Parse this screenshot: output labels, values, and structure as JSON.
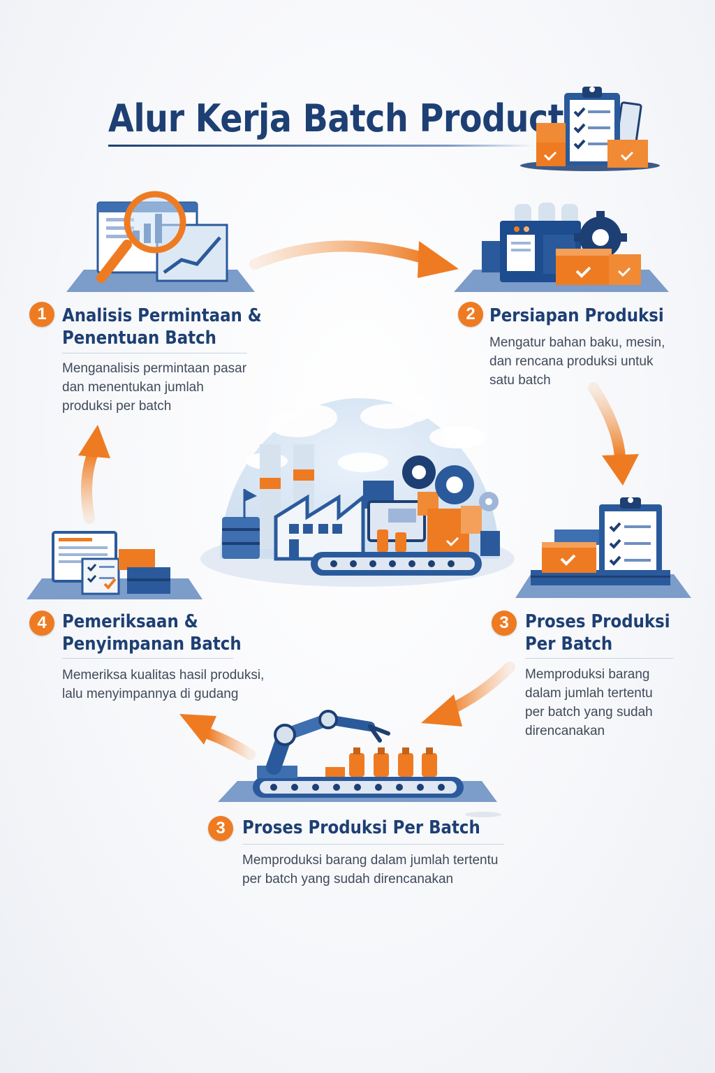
{
  "title": "Alur Kerja Batch Production",
  "steps": [
    {
      "number": "1",
      "title_line1": "Analisis Permintaan &",
      "title_line2": "Penentuan Batch",
      "desc_line1": "Menganalisis permintaan pasar",
      "desc_line2": "dan menentukan jumlah",
      "desc_line3": "produksi per batch"
    },
    {
      "number": "2",
      "title_line1": "Persiapan Produksi",
      "desc_line1": "Mengatur bahan baku, mesin,",
      "desc_line2": "dan rencana produksi untuk",
      "desc_line3": "satu batch"
    },
    {
      "number": "3",
      "title_line1": "Proses Produksi",
      "title_line2": "Per Batch",
      "desc_line1": "Memproduksi barang",
      "desc_line2": "dalam jumlah tertentu",
      "desc_line3": "per batch yang sudah",
      "desc_line4": "direncanakan"
    },
    {
      "number": "4",
      "title_line1": "Pemeriksaan &",
      "title_line2": "Penyimpanan Batch",
      "desc_line1": "Memeriksa kualitas hasil produksi,",
      "desc_line2": "lalu menyimpannya di gudang"
    },
    {
      "number": "3",
      "title_line1": "Proses Produksi Per Batch",
      "desc_line1": "Memproduksi barang dalam jumlah tertentu",
      "desc_line2": "per batch yang sudah direncanakan"
    }
  ],
  "icons": {
    "title": "clipboard-checklist-boxes-icon",
    "step1": "magnifier-analytics-icon",
    "step2": "machines-gear-boxes-icon",
    "center": "factory-conveyor-icon",
    "step3": "pallet-boxes-checklist-icon",
    "step4": "monitor-checklist-storage-icon",
    "step5": "robot-arm-conveyor-icon"
  },
  "colors": {
    "primary": "#1d3f73",
    "accent": "#ee7b22",
    "text": "#3f4a5a"
  }
}
